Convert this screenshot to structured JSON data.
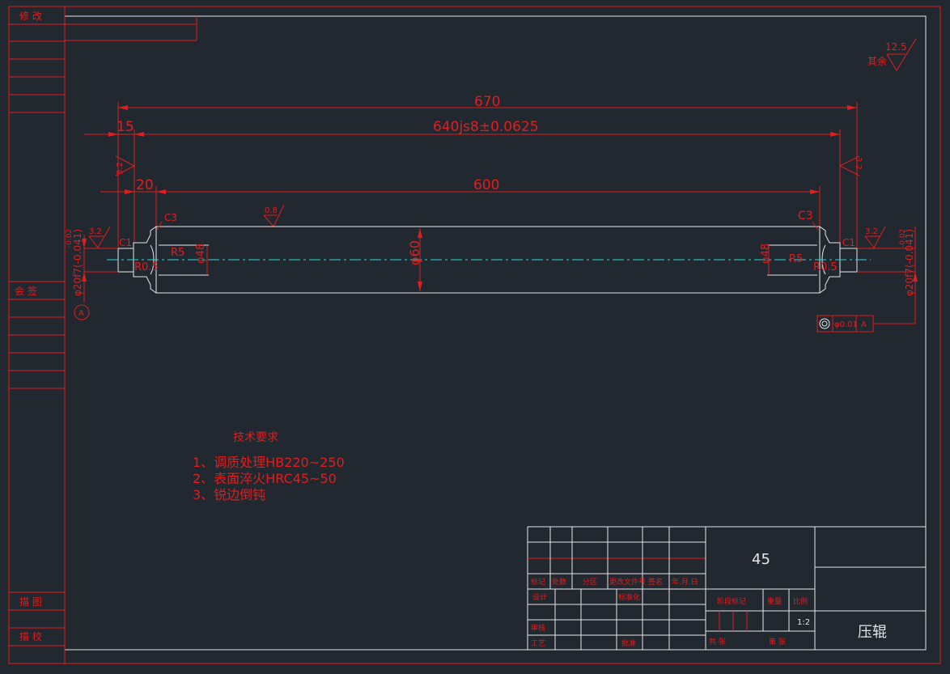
{
  "colors": {
    "background": "#212830",
    "border_red": "#e01e1e",
    "geometry_white": "#e6e6e6",
    "centerline_cyan": "#2bd6d6"
  },
  "side_labels": {
    "modify": "修 改",
    "countersign": "会 签",
    "tracing": "描 图",
    "check": "描 校"
  },
  "roughness": {
    "other_label": "其余",
    "other_value": "12.5",
    "left_32": "3.2",
    "right_32": "3.2",
    "left_shaft_32": "3.2",
    "right_shaft_32": "3.2",
    "body_08": "0.8"
  },
  "dimensions": {
    "overall": "670",
    "journal_span": "640js8±0.0625",
    "body_length": "600",
    "left_15": "15",
    "left_20": "20",
    "c3_left": "C3",
    "c3_right": "C3",
    "c1_left": "C1",
    "c1_right": "C1",
    "r5_left": "R5",
    "r5_right": "R5",
    "r05_left": "R0.5",
    "r05_right": "R0.5",
    "dia_body": "φ60",
    "dia_neck_left": "φ48",
    "dia_neck_right": "φ48",
    "shaft_left": "φ20f7(-0.041)",
    "shaft_right": "φ20f7(-0.041)",
    "shaft_tol_left": "-0.02",
    "shaft_tol_right": "-0.02"
  },
  "datum": "A",
  "tolerance_frame": {
    "value": "φ0.01",
    "datum": "A"
  },
  "tech_requirements": {
    "title": "技术要求",
    "items": [
      "1、调质处理HB220~250",
      "2、表面淬火HRC45~50",
      "3、锐边倒钝"
    ]
  },
  "title_block": {
    "material": "45",
    "part_name": "压辊",
    "scale": "1:2",
    "headers": [
      "标记",
      "处数",
      "分区",
      "更改文件号",
      "签名",
      "年.月.日"
    ],
    "rows": {
      "design": "设计",
      "standardize": "标准化",
      "review": "审核",
      "process": "工艺",
      "approve": "批准"
    },
    "stage_mark": "阶段标记",
    "weight": "重量",
    "ratio": "比例",
    "total": "共   张",
    "sheet": "第   张"
  }
}
